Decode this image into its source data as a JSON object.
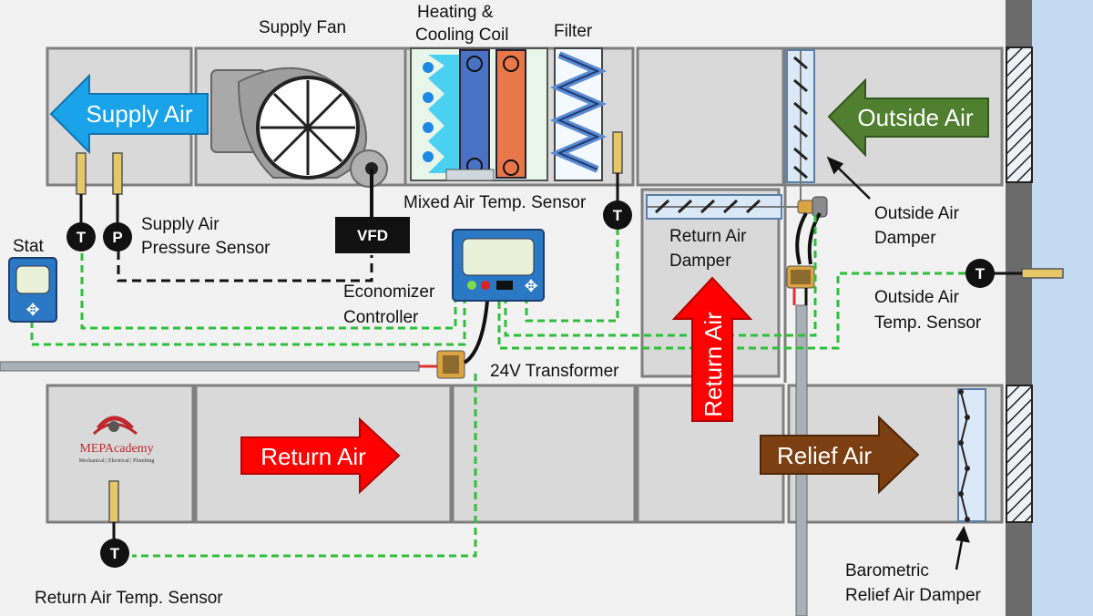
{
  "labels": {
    "supply_fan": "Supply Fan",
    "heating_coil_1": "Heating &",
    "heating_coil_2": "Cooling Coil",
    "filter": "Filter",
    "mixed_air_sensor": "Mixed Air Temp. Sensor",
    "supply_pressure_1": "Supply Air",
    "supply_pressure_2": "Pressure Sensor",
    "stat": "Stat",
    "vfd": "VFD",
    "economizer_1": "Economizer",
    "economizer_2": "Controller",
    "transformer": "24V Transformer",
    "return_damper_1": "Return Air",
    "return_damper_2": "Damper",
    "outside_damper_1": "Outside Air",
    "outside_damper_2": "Damper",
    "outside_sensor_1": "Outside Air",
    "outside_sensor_2": "Temp. Sensor",
    "return_sensor": "Return Air Temp. Sensor",
    "barometric_1": "Barometric",
    "barometric_2": "Relief Air Damper"
  },
  "arrows": {
    "supply_air": "Supply Air",
    "outside_air": "Outside Air",
    "return_air_lower": "Return Air",
    "return_air_vertical": "Return Air",
    "relief_air": "Relief Air"
  },
  "sensor_letters": {
    "temp": "T",
    "pressure": "P"
  },
  "logo": {
    "name": "MEPAcademy",
    "tagline": "Mechanical | Electrical | Plumbing"
  },
  "colors": {
    "supply_air": "#1aa3e8",
    "outside_air": "#4f7f2f",
    "return_air": "#ff0000",
    "relief_air": "#7b3f12",
    "control_wire": "#2fbf3a",
    "duct_fill": "#d9d9d9",
    "duct_stroke": "#7f7f7f",
    "wall": "#c4daf0"
  }
}
